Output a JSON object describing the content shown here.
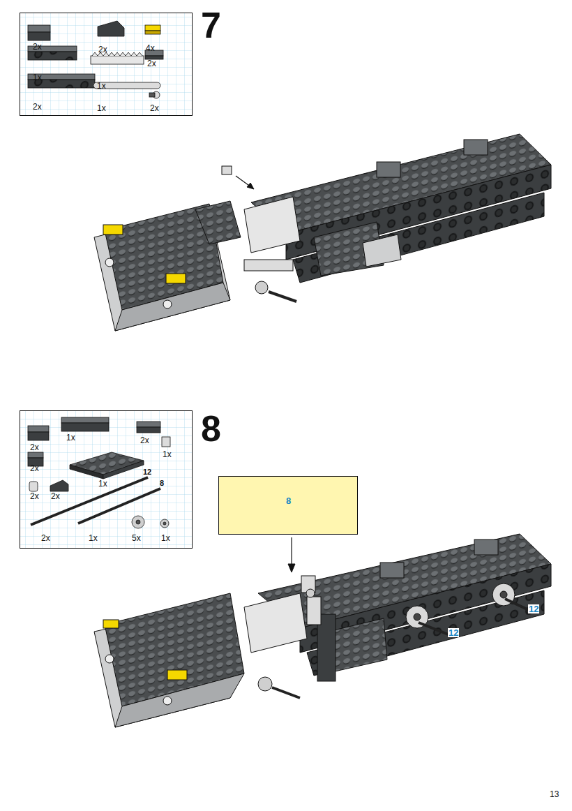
{
  "diagram": {
    "nodes": [
      {
        "text": [
          "2x",
          "2x",
          "4x",
          "2x",
          "1x",
          "1x",
          "2x",
          "1x",
          "2x"
        ]
      },
      {
        "text": [
          "1x",
          "2x",
          "2x",
          "1x",
          "2x",
          "12",
          "1x",
          "8",
          "2x",
          "2x",
          "2x",
          "1x",
          "5x",
          "1x"
        ]
      },
      {
        "text": [
          "8"
        ]
      }
    ],
    "labels": [
      "7",
      "8",
      "12",
      "12",
      "13"
    ]
  }
}
